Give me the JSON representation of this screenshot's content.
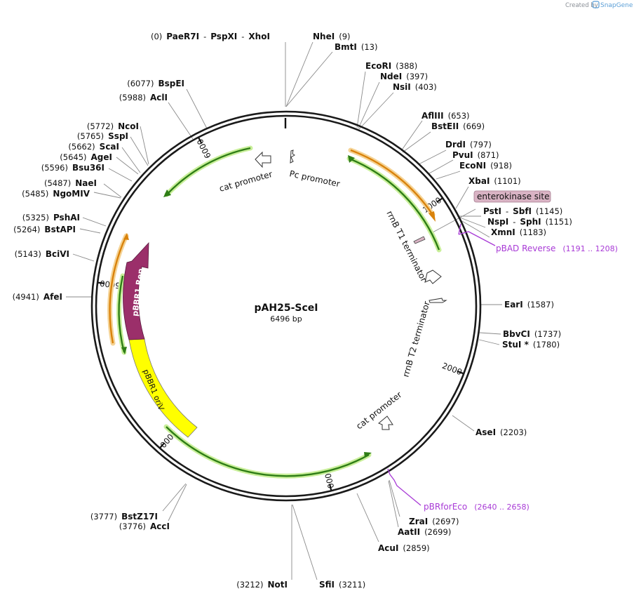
{
  "plasmid": {
    "name": "pAH25-SceI",
    "size_label": "6496 bp",
    "length": 6496
  },
  "credit": {
    "prefix": "Created by",
    "brand": "SnapGene"
  },
  "ticks": [
    {
      "bp": 1000,
      "label": "1000"
    },
    {
      "bp": 2000,
      "label": "2000"
    },
    {
      "bp": 3000,
      "label": "3000"
    },
    {
      "bp": 4000,
      "label": "4000"
    },
    {
      "bp": 5000,
      "label": "5000"
    },
    {
      "bp": 6000,
      "label": "6000"
    }
  ],
  "sites": [
    {
      "id": "paer7i",
      "parts": [
        {
          "pos": "(0)"
        },
        {
          "name": "PaeR7I"
        },
        {
          "text": "-"
        },
        {
          "name": "PspXI"
        },
        {
          "text": "-"
        },
        {
          "name": "XhoI"
        }
      ],
      "bp": 0
    },
    {
      "id": "nhei",
      "parts": [
        {
          "name": "NheI"
        },
        {
          "pos": "(9)"
        }
      ],
      "bp": 9
    },
    {
      "id": "bmti",
      "parts": [
        {
          "name": "BmtI"
        },
        {
          "pos": "(13)"
        }
      ],
      "bp": 13
    },
    {
      "id": "ecori",
      "parts": [
        {
          "name": "EcoRI"
        },
        {
          "pos": "(388)"
        }
      ],
      "bp": 388
    },
    {
      "id": "ndei",
      "parts": [
        {
          "name": "NdeI"
        },
        {
          "pos": "(397)"
        }
      ],
      "bp": 397
    },
    {
      "id": "nsii",
      "parts": [
        {
          "name": "NsiI"
        },
        {
          "pos": "(403)"
        }
      ],
      "bp": 403
    },
    {
      "id": "afliii",
      "parts": [
        {
          "name": "AflIII"
        },
        {
          "pos": "(653)"
        }
      ],
      "bp": 653
    },
    {
      "id": "bsteii",
      "parts": [
        {
          "name": "BstEII"
        },
        {
          "pos": "(669)"
        }
      ],
      "bp": 669
    },
    {
      "id": "drdi",
      "parts": [
        {
          "name": "DrdI"
        },
        {
          "pos": "(797)"
        }
      ],
      "bp": 797
    },
    {
      "id": "pvui",
      "parts": [
        {
          "name": "PvuI"
        },
        {
          "pos": "(871)"
        }
      ],
      "bp": 871
    },
    {
      "id": "econi",
      "parts": [
        {
          "name": "EcoNI"
        },
        {
          "pos": "(918)"
        }
      ],
      "bp": 918
    },
    {
      "id": "xbai",
      "parts": [
        {
          "name": "XbaI"
        },
        {
          "pos": "(1101)"
        }
      ],
      "bp": 1101
    },
    {
      "id": "psti",
      "parts": [
        {
          "name": "PstI"
        },
        {
          "text": "-"
        },
        {
          "name": "SbfI"
        },
        {
          "pos": "(1145)"
        }
      ],
      "bp": 1145
    },
    {
      "id": "nspi",
      "parts": [
        {
          "name": "NspI"
        },
        {
          "text": "-"
        },
        {
          "name": "SphI"
        },
        {
          "pos": "(1151)"
        }
      ],
      "bp": 1151
    },
    {
      "id": "xmni",
      "parts": [
        {
          "name": "XmnI"
        },
        {
          "pos": "(1183)"
        }
      ],
      "bp": 1183
    },
    {
      "id": "eari",
      "parts": [
        {
          "name": "EarI"
        },
        {
          "pos": "(1587)"
        }
      ],
      "bp": 1587
    },
    {
      "id": "bbvci",
      "parts": [
        {
          "name": "BbvCI"
        },
        {
          "pos": "(1737)"
        }
      ],
      "bp": 1737
    },
    {
      "id": "stui",
      "parts": [
        {
          "name": "StuI *"
        },
        {
          "pos": "(1780)"
        }
      ],
      "bp": 1780
    },
    {
      "id": "asei",
      "parts": [
        {
          "name": "AseI"
        },
        {
          "pos": "(2203)"
        }
      ],
      "bp": 2203
    },
    {
      "id": "zrai",
      "parts": [
        {
          "name": "ZraI"
        },
        {
          "pos": "(2697)"
        }
      ],
      "bp": 2697
    },
    {
      "id": "aatii",
      "parts": [
        {
          "name": "AatII"
        },
        {
          "pos": "(2699)"
        }
      ],
      "bp": 2699
    },
    {
      "id": "acui",
      "parts": [
        {
          "name": "AcuI"
        },
        {
          "pos": "(2859)"
        }
      ],
      "bp": 2859
    },
    {
      "id": "sfii",
      "parts": [
        {
          "name": "SfiI"
        },
        {
          "pos": "(3211)"
        }
      ],
      "bp": 3211
    },
    {
      "id": "noti",
      "parts": [
        {
          "pos": "(3212)"
        },
        {
          "name": "NotI"
        }
      ],
      "bp": 3212
    },
    {
      "id": "acci",
      "parts": [
        {
          "pos": "(3776)"
        },
        {
          "name": "AccI"
        }
      ],
      "bp": 3776
    },
    {
      "id": "bstz17i",
      "parts": [
        {
          "pos": "(3777)"
        },
        {
          "name": "BstZ17I"
        }
      ],
      "bp": 3777
    },
    {
      "id": "afei",
      "parts": [
        {
          "pos": "(4941)"
        },
        {
          "name": "AfeI"
        }
      ],
      "bp": 4941
    },
    {
      "id": "bcivi",
      "parts": [
        {
          "pos": "(5143)"
        },
        {
          "name": "BciVI"
        }
      ],
      "bp": 5143
    },
    {
      "id": "bstapi",
      "parts": [
        {
          "pos": "(5264)"
        },
        {
          "name": "BstAPI"
        }
      ],
      "bp": 5264
    },
    {
      "id": "pshai",
      "parts": [
        {
          "pos": "(5325)"
        },
        {
          "name": "PshAI"
        }
      ],
      "bp": 5325
    },
    {
      "id": "ngomiv",
      "parts": [
        {
          "pos": "(5485)"
        },
        {
          "name": "NgoMIV"
        }
      ],
      "bp": 5485
    },
    {
      "id": "naei",
      "parts": [
        {
          "pos": "(5487)"
        },
        {
          "name": "NaeI"
        }
      ],
      "bp": 5487
    },
    {
      "id": "bsu36i",
      "parts": [
        {
          "pos": "(5596)"
        },
        {
          "name": "Bsu36I"
        }
      ],
      "bp": 5596
    },
    {
      "id": "agei",
      "parts": [
        {
          "pos": "(5645)"
        },
        {
          "name": "AgeI"
        }
      ],
      "bp": 5645
    },
    {
      "id": "scai",
      "parts": [
        {
          "pos": "(5662)"
        },
        {
          "name": "ScaI"
        }
      ],
      "bp": 5662
    },
    {
      "id": "sspi",
      "parts": [
        {
          "pos": "(5765)"
        },
        {
          "name": "SspI"
        }
      ],
      "bp": 5765
    },
    {
      "id": "ncoi",
      "parts": [
        {
          "pos": "(5772)"
        },
        {
          "name": "NcoI"
        }
      ],
      "bp": 5772
    },
    {
      "id": "acli",
      "parts": [
        {
          "pos": "(5988)"
        },
        {
          "name": "AclI"
        }
      ],
      "bp": 5988
    },
    {
      "id": "bspei",
      "parts": [
        {
          "pos": "(6077)"
        },
        {
          "name": "BspEI"
        }
      ],
      "bp": 6077
    }
  ],
  "primers": [
    {
      "id": "pbad-reverse",
      "name": "pBAD Reverse",
      "range": "(1191 .. 1208)",
      "start": 1191,
      "end": 1208
    },
    {
      "id": "pbrforeco",
      "name": "pBRforEco",
      "range": "(2640 .. 2658)",
      "start": 2640,
      "end": 2658
    }
  ],
  "labels": {
    "enterokinase": "enterokinase site",
    "pc_promoter": "Pc promoter",
    "cat_promoter_1": "cat promoter",
    "cat_promoter_2": "cat promoter",
    "rrnb_t1": "rrnB T1 terminator",
    "rrnb_t2": "rrnB T2 terminator",
    "pbbr1_rep": "pBBR1 Rep",
    "pbbr1_oriv": "pBBR1 oriV"
  },
  "colors": {
    "backbone": "#1a1a1a",
    "green": "#2e7d16",
    "green_glow": "#c9ef9a",
    "orange": "#d9820b",
    "orange_glow": "#f5d395",
    "rep": "#9b2f6a",
    "oriv": "#ffff00",
    "enterokinase_fill": "#d9b3c4",
    "primer": "#a83ad6"
  }
}
